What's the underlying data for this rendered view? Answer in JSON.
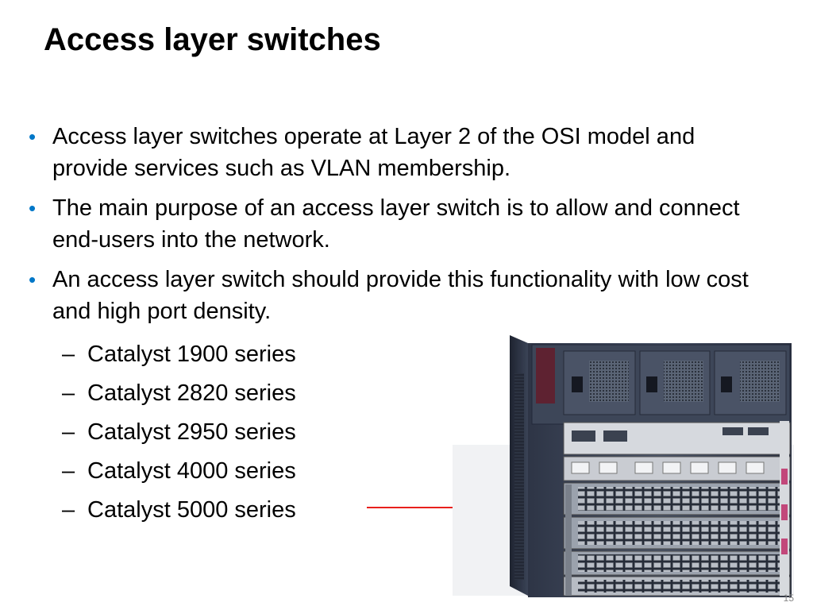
{
  "title": "Access layer switches",
  "bullets": [
    "Access layer switches operate at Layer 2 of the OSI model and provide services such as VLAN membership.",
    "The main purpose of an access layer switch is to allow and connect end-users into the network.",
    "An access layer switch should provide this functionality with low cost and high port density."
  ],
  "bullet_marker": "•",
  "sub_marker": "–",
  "sub_items": [
    "Catalyst 1900 series",
    "Catalyst 2820 series",
    "Catalyst 2950 series",
    "Catalyst 4000 series",
    "Catalyst 5000 series"
  ],
  "colors": {
    "bullet": "#0077c8",
    "arrow": "#e8201c",
    "chassis": "#3a4356"
  },
  "page_number": "15"
}
